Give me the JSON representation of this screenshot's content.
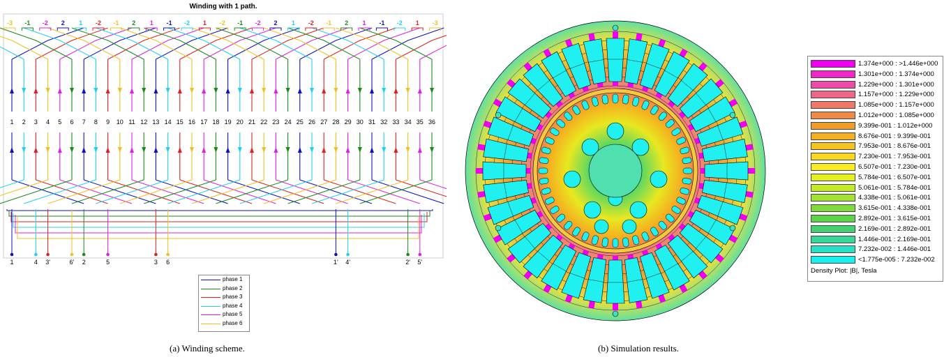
{
  "winding": {
    "title": "Winding with 1 path.",
    "slots": [
      "1",
      "2",
      "3",
      "4",
      "5",
      "6",
      "7",
      "8",
      "9",
      "10",
      "11",
      "12",
      "13",
      "14",
      "15",
      "16",
      "17",
      "18",
      "19",
      "20",
      "21",
      "22",
      "23",
      "24",
      "25",
      "26",
      "27",
      "28",
      "29",
      "30",
      "31",
      "32",
      "33",
      "34",
      "35",
      "36"
    ],
    "group_labels": [
      {
        "text": "-3",
        "color": "#f0c020"
      },
      {
        "text": "-1",
        "color": "#1a8a1a"
      },
      {
        "text": "-2",
        "color": "#e020e0"
      },
      {
        "text": "2",
        "color": "#1010c0"
      },
      {
        "text": "1",
        "color": "#20d0f0"
      },
      {
        "text": "-2",
        "color": "#e02020"
      },
      {
        "text": "-1",
        "color": "#f0c020"
      },
      {
        "text": "2",
        "color": "#1a8a1a"
      },
      {
        "text": "1",
        "color": "#e020e0"
      },
      {
        "text": "-1",
        "color": "#1010c0"
      },
      {
        "text": "-2",
        "color": "#20d0f0"
      },
      {
        "text": "1",
        "color": "#e02020"
      },
      {
        "text": "-2",
        "color": "#f0c020"
      },
      {
        "text": "-1",
        "color": "#1a8a1a"
      },
      {
        "text": "-2",
        "color": "#e020e0"
      },
      {
        "text": "2",
        "color": "#1010c0"
      },
      {
        "text": "1",
        "color": "#20d0f0"
      },
      {
        "text": "-2",
        "color": "#e02020"
      },
      {
        "text": "-1",
        "color": "#f0c020"
      },
      {
        "text": "2",
        "color": "#1a8a1a"
      },
      {
        "text": "1",
        "color": "#e020e0"
      },
      {
        "text": "-1",
        "color": "#1010c0"
      },
      {
        "text": "-2",
        "color": "#20d0f0"
      },
      {
        "text": "1",
        "color": "#e02020"
      },
      {
        "text": "-3",
        "color": "#f0c020"
      }
    ],
    "terminals": [
      {
        "label": "1",
        "slot": 1,
        "color": "#1010c0"
      },
      {
        "label": "4",
        "slot": 3,
        "color": "#20d0f0"
      },
      {
        "label": "3'",
        "slot": 4,
        "color": "#e02020"
      },
      {
        "label": "6'",
        "slot": 6,
        "color": "#f0c020"
      },
      {
        "label": "2",
        "slot": 7,
        "color": "#1a8a1a"
      },
      {
        "label": "5",
        "slot": 9,
        "color": "#e020e0"
      },
      {
        "label": "3",
        "slot": 13,
        "color": "#e02020"
      },
      {
        "label": "6",
        "slot": 14,
        "color": "#f0c020"
      },
      {
        "label": "1'",
        "slot": 28,
        "color": "#1010c0"
      },
      {
        "label": "4'",
        "slot": 29,
        "color": "#20d0f0"
      },
      {
        "label": "2'",
        "slot": 34,
        "color": "#1a8a1a"
      },
      {
        "label": "5'",
        "slot": 35,
        "color": "#e020e0"
      }
    ],
    "phases": [
      {
        "name": "phase 1",
        "color": "#1010c0"
      },
      {
        "name": "phase 2",
        "color": "#1a8a1a"
      },
      {
        "name": "phase 3",
        "color": "#e02020"
      },
      {
        "name": "phase 4",
        "color": "#20d0f0"
      },
      {
        "name": "phase 5",
        "color": "#e020e0"
      },
      {
        "name": "phase 6",
        "color": "#f0c020"
      }
    ],
    "slot_phase_sequence": [
      1,
      4,
      3,
      6,
      5,
      2,
      1,
      4,
      3,
      6,
      5,
      2,
      1,
      4,
      3,
      6,
      5,
      2,
      1,
      4,
      3,
      6,
      5,
      2,
      1,
      4,
      3,
      6,
      5,
      2,
      1,
      4,
      3,
      6,
      5,
      2
    ]
  },
  "density": {
    "title": "Density Plot: |B|, Tesla",
    "ranges": [
      {
        "label": "1.374e+000 : >1.446e+000",
        "color": "#f000f0"
      },
      {
        "label": "1.301e+000 : 1.374e+000",
        "color": "#f028c8"
      },
      {
        "label": "1.229e+000 : 1.301e+000",
        "color": "#f04aa8"
      },
      {
        "label": "1.157e+000 : 1.229e+000",
        "color": "#f06688"
      },
      {
        "label": "1.085e+000 : 1.157e+000",
        "color": "#f07868"
      },
      {
        "label": "1.012e+000 : 1.085e+000",
        "color": "#f08a48"
      },
      {
        "label": "9.399e-001 : 1.012e+000",
        "color": "#f09c28"
      },
      {
        "label": "8.676e-001 : 9.399e-001",
        "color": "#f4b020"
      },
      {
        "label": "7.953e-001 : 8.676e-001",
        "color": "#f6c420"
      },
      {
        "label": "7.230e-001 : 7.953e-001",
        "color": "#f8d820"
      },
      {
        "label": "6.507e-001 : 7.230e-001",
        "color": "#fbeb20"
      },
      {
        "label": "5.784e-001 : 6.507e-001",
        "color": "#e6f020"
      },
      {
        "label": "5.061e-001 : 5.784e-001",
        "color": "#c4ea28"
      },
      {
        "label": "4.338e-001 : 5.061e-001",
        "color": "#a2e232"
      },
      {
        "label": "3.615e-001 : 4.338e-001",
        "color": "#80da3c"
      },
      {
        "label": "2.892e-001 : 3.615e-001",
        "color": "#5ed248"
      },
      {
        "label": "2.169e-001 : 2.892e-001",
        "color": "#44d070"
      },
      {
        "label": "1.446e-001 : 2.169e-001",
        "color": "#36d898"
      },
      {
        "label": "7.232e-002 : 1.446e-001",
        "color": "#28e0c4"
      },
      {
        "label": "<1.775e-005 : 7.232e-002",
        "color": "#18f0f0"
      }
    ]
  },
  "captions": {
    "left": "(a) Winding scheme.",
    "right": "(b) Simulation results."
  }
}
